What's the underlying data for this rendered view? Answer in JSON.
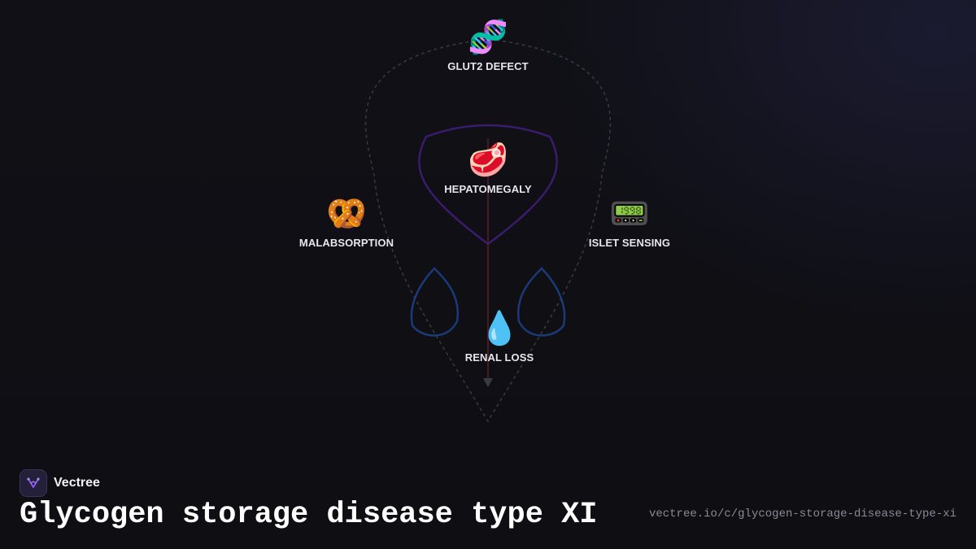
{
  "diagram": {
    "nodes": [
      {
        "id": "glut2",
        "label": "GLUT2 DEFECT",
        "icon": "dna-icon",
        "glyph": "🧬"
      },
      {
        "id": "hepato",
        "label": "HEPATOMEGALY",
        "icon": "meat-icon",
        "glyph": "🥩"
      },
      {
        "id": "malab",
        "label": "MALABSORPTION",
        "icon": "pretzel-icon",
        "glyph": "🥨"
      },
      {
        "id": "islet",
        "label": "ISLET SENSING",
        "icon": "pager-icon",
        "glyph": "📟"
      },
      {
        "id": "renal",
        "label": "RENAL LOSS",
        "icon": "droplet-icon",
        "glyph": "💧"
      }
    ],
    "colors": {
      "outline": "#3a3a44",
      "liver_stroke": "#3a1c6e",
      "kidney_stroke": "#1a3a7a",
      "axis": "#5a1f2a"
    }
  },
  "brand": {
    "name": "Vectree",
    "accent": "#8b5cf6"
  },
  "footer": {
    "title": "Glycogen storage disease type XI",
    "url": "vectree.io/c/glycogen-storage-disease-type-xi"
  }
}
